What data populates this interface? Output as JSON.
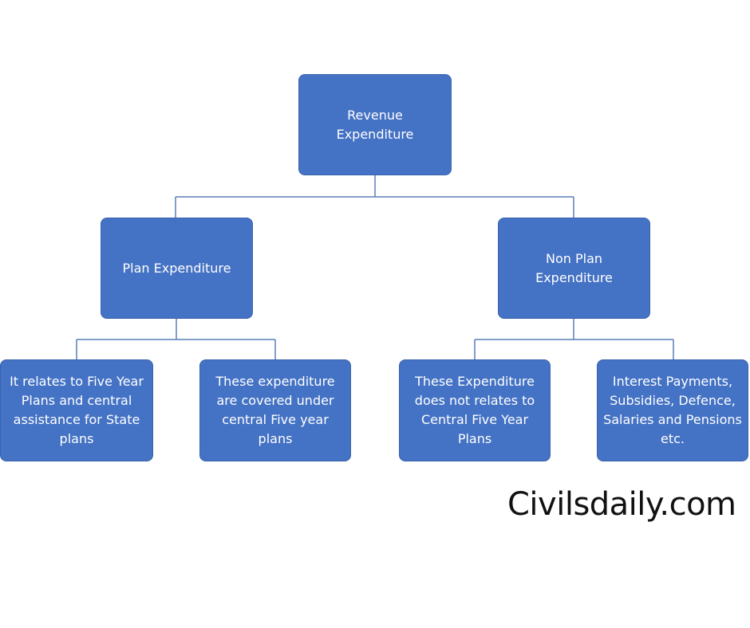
{
  "diagram": {
    "root": {
      "label": "Revenue Expenditure"
    },
    "branches": [
      {
        "label": "Plan Expenditure",
        "children": [
          {
            "label": "It relates to Five Year Plans and central assistance for State  plans"
          },
          {
            "label": "These expenditure are covered under central Five year plans"
          }
        ]
      },
      {
        "label": "Non Plan Expenditure",
        "children": [
          {
            "label": "These Expenditure does not relates to Central Five Year Plans"
          },
          {
            "label": "Interest Payments, Subsidies, Defence, Salaries and Pensions etc."
          }
        ]
      }
    ]
  },
  "watermark": "Civilsdaily.com",
  "colors": {
    "node_fill": "#4472c4",
    "node_text": "#ffffff",
    "connector": "#5b7fb8"
  }
}
